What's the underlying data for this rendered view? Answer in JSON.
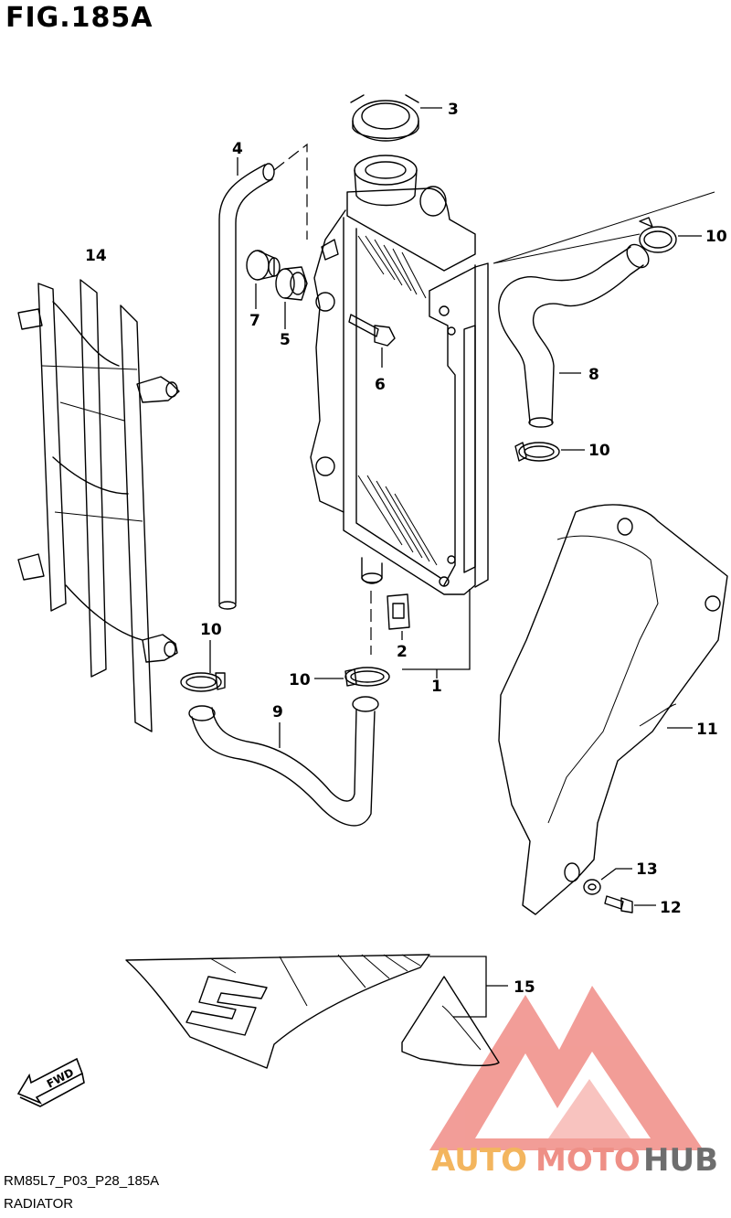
{
  "figure": {
    "title": "FIG.185A",
    "code": "RM85L7_P03_P28_185A",
    "name": "RADIATOR"
  },
  "callouts": [
    {
      "id": "c1",
      "label": "1"
    },
    {
      "id": "c2",
      "label": "2"
    },
    {
      "id": "c3",
      "label": "3"
    },
    {
      "id": "c4",
      "label": "4"
    },
    {
      "id": "c5",
      "label": "5"
    },
    {
      "id": "c6",
      "label": "6"
    },
    {
      "id": "c7",
      "label": "7"
    },
    {
      "id": "c8",
      "label": "8"
    },
    {
      "id": "c9",
      "label": "9"
    },
    {
      "id": "c10a",
      "label": "10"
    },
    {
      "id": "c10b",
      "label": "10"
    },
    {
      "id": "c10c",
      "label": "10"
    },
    {
      "id": "c10d",
      "label": "10"
    },
    {
      "id": "c11",
      "label": "11"
    },
    {
      "id": "c12",
      "label": "12"
    },
    {
      "id": "c13",
      "label": "13"
    },
    {
      "id": "c14",
      "label": "14"
    },
    {
      "id": "c15",
      "label": "15"
    }
  ],
  "direction_badge": "FWD",
  "watermark": {
    "part1": "AUTO",
    "part2": "MOTO",
    "part3": "HUB",
    "colors": {
      "auto": "#f3b55e",
      "moto": "#ee8f86",
      "hub": "#6e6e6e",
      "logo": "#f08c86"
    }
  }
}
